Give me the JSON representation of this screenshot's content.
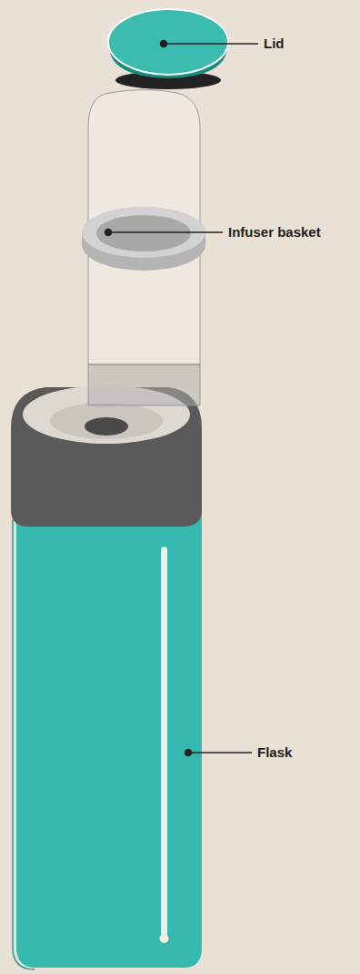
{
  "diagram": {
    "labels": [
      "Lid",
      "Infuser basket",
      "Flask"
    ]
  }
}
